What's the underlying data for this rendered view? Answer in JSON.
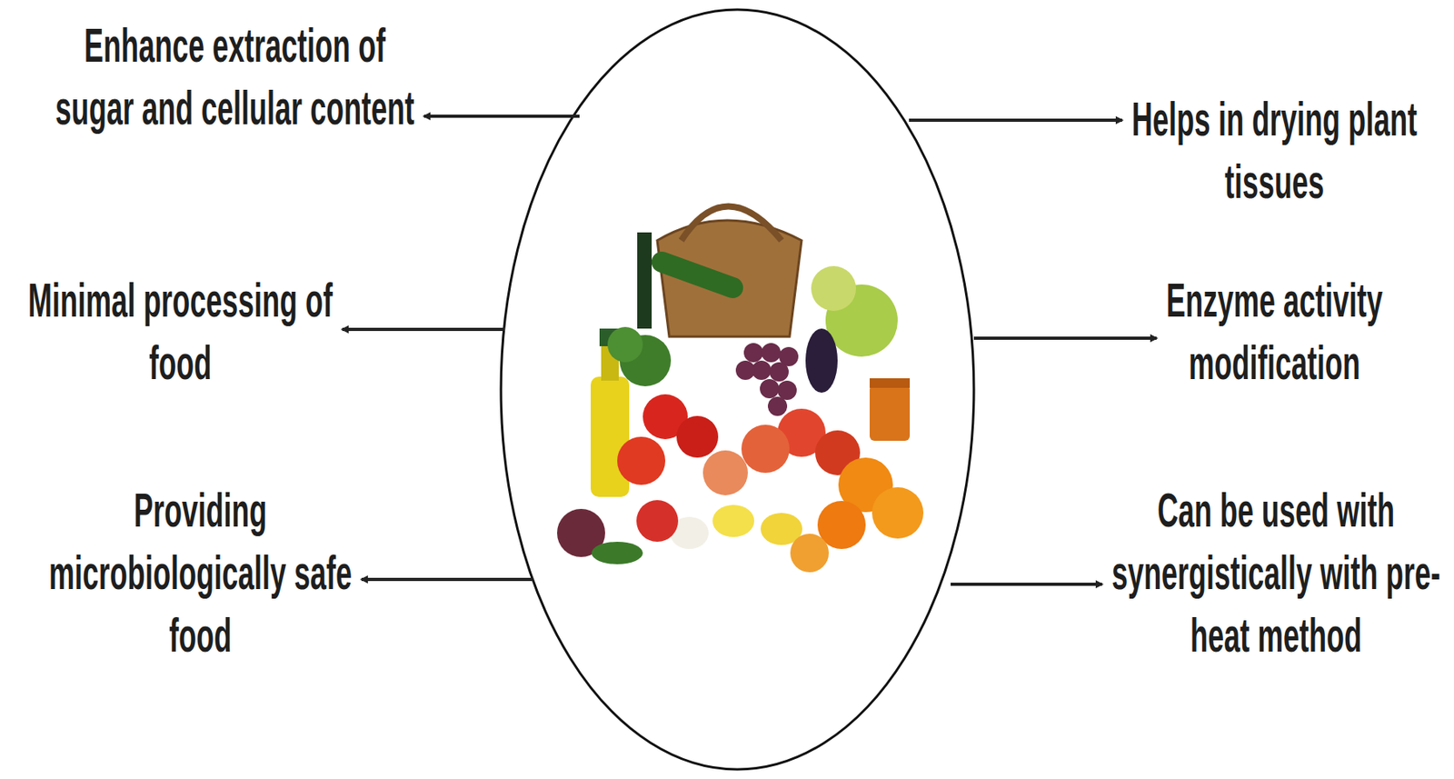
{
  "diagram": {
    "labels": [
      "Enhance extraction of sugar and cellular content",
      "Helps in drying plant tissues",
      "Minimal processing of food",
      "Enzyme activity modification",
      "Providing microbiologically safe food",
      "Can be used with synergistically with pre-heat method"
    ]
  }
}
